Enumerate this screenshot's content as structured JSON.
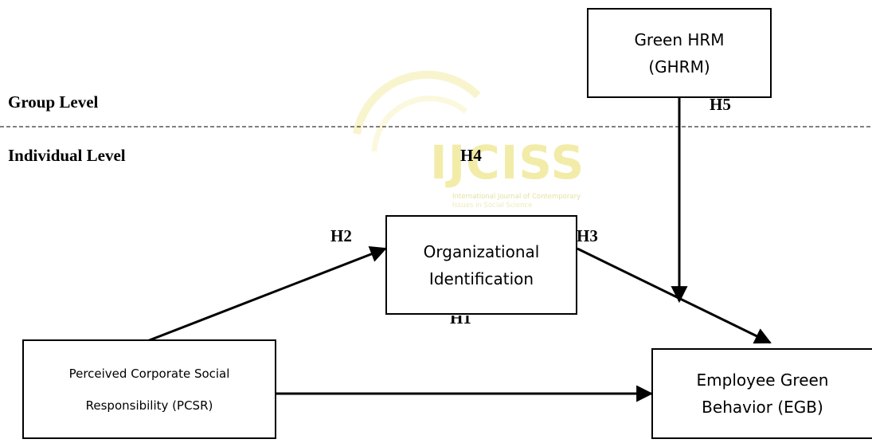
{
  "levels": {
    "group": "Group Level",
    "individual": "Individual Level"
  },
  "boxes": {
    "ghrm": {
      "line1": "Green HRM",
      "line2": "(GHRM)"
    },
    "oi": {
      "line1": "Organizational",
      "line2": "Identification"
    },
    "pcsr": {
      "line1": "Perceived Corporate Social",
      "line2": "Responsibility (PCSR)"
    },
    "egb": {
      "line1": "Employee Green",
      "line2": "Behavior (EGB)"
    }
  },
  "hypotheses": {
    "h1": "H1",
    "h2": "H2",
    "h3": "H3",
    "h4": "H4",
    "h5": "H5"
  },
  "watermark": {
    "title": "IJCISS",
    "subtitle_line1": "International Journal of Contemporary",
    "subtitle_line2": "Issues in Social Science"
  },
  "colors": {
    "watermark": "#f2eca8",
    "lines": "#000000"
  }
}
